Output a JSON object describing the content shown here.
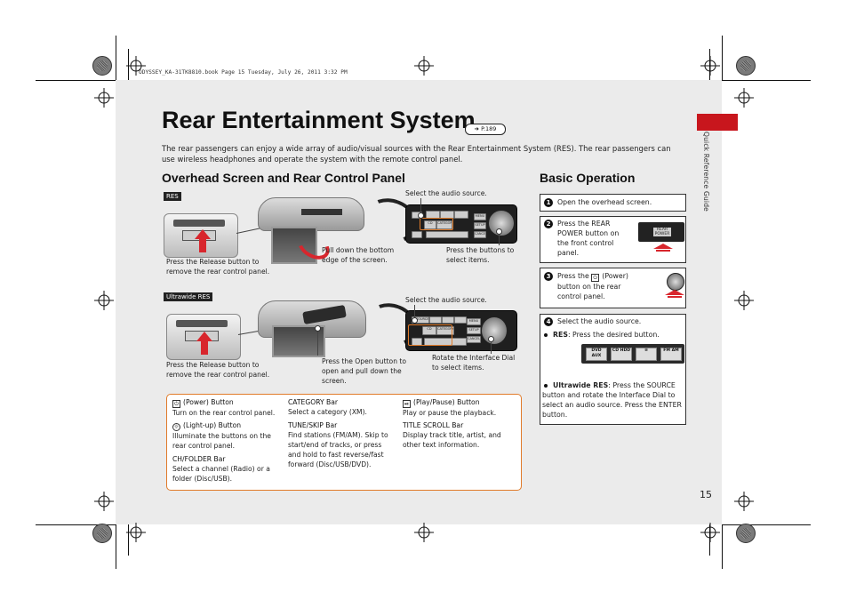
{
  "header_line": "ODYSSEY_KA-31TK8810.book  Page 15  Tuesday, July 26, 2011  3:32 PM",
  "side_label": "Quick Reference Guide",
  "title": "Rear Entertainment System",
  "page_ref": "P.189",
  "intro": "The rear passengers can enjoy a wide array of audio/visual sources with the Rear Entertainment System (RES). The rear passengers can use wireless headphones and operate the system with the remote control panel.",
  "overhead": {
    "heading": "Overhead Screen and Rear Control Panel",
    "res_tag": "RES",
    "ultrawide_tag": "Ultrawide RES",
    "res_captions": {
      "select_audio": "Select the audio source.",
      "release": "Press the Release button to remove the rear control panel.",
      "pull_down": "Pull down the bottom edge of the screen.",
      "press_buttons": "Press the buttons to select items."
    },
    "ultra_captions": {
      "select_audio": "Select the audio source.",
      "release": "Press the Release button to remove the rear control panel.",
      "open": "Press the Open button to open and pull down the screen.",
      "rotate": "Rotate the Interface Dial to select items."
    },
    "panel_labels": {
      "cd": "CD",
      "source": "SOURCE",
      "category": "CATEGORY",
      "menu": "MENU",
      "setup": "SETUP",
      "cancel": "CANCEL",
      "enter": "ENTER"
    }
  },
  "legend": {
    "power_title": "(Power) Button",
    "power_desc": "Turn on the rear control panel.",
    "lightup_title": "(Light-up) Button",
    "lightup_desc": "Illuminate the buttons on the rear control panel.",
    "chfolder_title": "CH/FOLDER Bar",
    "chfolder_desc": "Select a channel (Radio) or a folder (Disc/USB).",
    "category_title": "CATEGORY Bar",
    "category_desc": "Select a category (XM).",
    "tuneskip_title": "TUNE/SKIP Bar",
    "tuneskip_desc": "Find stations (FM/AM). Skip to start/end of tracks, or press and hold to fast reverse/fast forward (Disc/USB/DVD).",
    "playpause_title": "(Play/Pause) Button",
    "playpause_desc": "Play or pause the playback.",
    "titlescroll_title": "TITLE SCROLL Bar",
    "titlescroll_desc": "Display track title, artist, and other text information."
  },
  "basic": {
    "heading": "Basic Operation",
    "steps": [
      {
        "num": "1",
        "text": "Open the overhead screen."
      },
      {
        "num": "2",
        "text": "Press the REAR POWER button on the front control panel."
      },
      {
        "num": "3",
        "text_a": "Press the",
        "text_b": "(Power) button on the rear control panel."
      },
      {
        "num": "4",
        "text": "Select the audio source."
      }
    ],
    "rear_power_label": "REAR POWER",
    "res_bullet_term": "RES",
    "res_bullet_text": ": Press the desired button.",
    "source_buttons": [
      "DVD AUX",
      "CD HDD",
      "",
      "FM AM"
    ],
    "ultra_bullet_term": "Ultrawide RES",
    "ultra_bullet_text": ": Press the SOURCE button and rotate the Interface Dial to select an audio source. Press the ENTER button."
  },
  "page_number": "15"
}
